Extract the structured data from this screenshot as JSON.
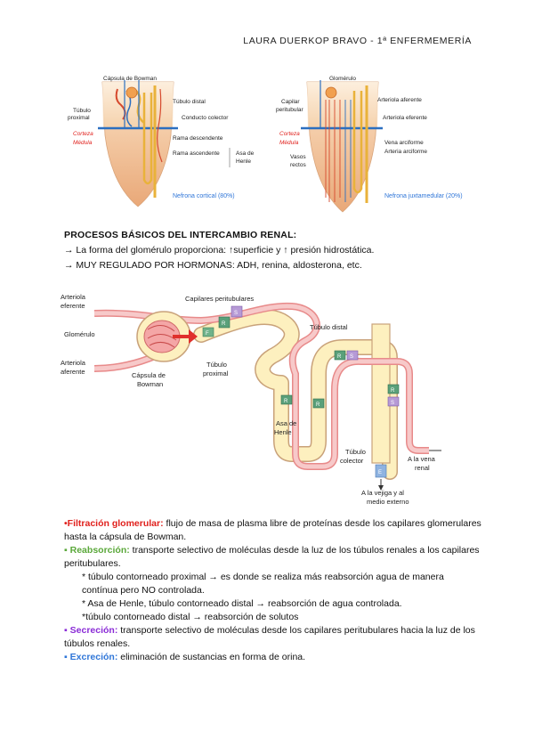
{
  "header": "LAURA DUERKOP BRAVO - 1ª ENFERMEMERÍA",
  "nephron_figure": {
    "cortical": {
      "capsula": "Cápsula de Bowman",
      "tubulo_distal": "Túbulo distal",
      "tubulo_proximal_1": "Túbulo",
      "tubulo_proximal_2": "proximal",
      "conducto": "Conducto colector",
      "corteza": "Corteza",
      "medula": "Médula",
      "rama_desc": "Rama descendente",
      "rama_asc": "Rama ascendente",
      "asa_1": "Asa de",
      "asa_2": "Henle",
      "caption": "Nefrona cortical (80%)"
    },
    "juxta": {
      "glomerulo": "Glomérulo",
      "capilar_1": "Capilar",
      "capilar_2": "peritubular",
      "arteriola_aferente": "Arteriola aferente",
      "arteriola_eferente": "Arteriola eferente",
      "corteza": "Corteza",
      "medula": "Médula",
      "vena": "Vena arciforme",
      "arteria": "Arteria arciforme",
      "vasos_1": "Vasos",
      "vasos_2": "rectos",
      "caption": "Nefrona juxtamedular (20%)"
    }
  },
  "section": {
    "heading": "PROCESOS BÁSICOS DEL INTERCAMBIO RENAL:",
    "line1": "→ La forma del glomérulo proporciona: ↑superficie  y ↑  presión hidrostática.",
    "line2": "→ MUY REGULADO POR HORMONAS: ADH, renina, aldosterona, etc."
  },
  "exchange_figure": {
    "arteriola_eferente_1": "Arteriola",
    "arteriola_eferente_2": "eferente",
    "glomerulo": "Glomérulo",
    "arteriola_aferente_1": "Arteriola",
    "arteriola_aferente_2": "aferente",
    "capsula_1": "Cápsula de",
    "capsula_2": "Bowman",
    "capilares": "Capilares peritubulares",
    "tubulo_proximal_1": "Túbulo",
    "tubulo_proximal_2": "proximal",
    "tubulo_distal": "Túbulo distal",
    "asa_1": "Asa de",
    "asa_2": "Henle",
    "colector_1": "Túbulo",
    "colector_2": "colector",
    "vena_1": "A la vena",
    "vena_2": "renal",
    "vejiga_1": "A la vejiga y al",
    "vejiga_2": "medio externo",
    "label_F": "F",
    "label_R": "R",
    "label_S": "S",
    "label_E": "E"
  },
  "processes": {
    "filtracion_label": "•Filtración glomerular:",
    "filtracion_text": " flujo de masa de plasma libre de proteínas desde los capilares glomerulares hasta la cápsula de Bowman.",
    "reabsorcion_label": "▪ Reabsorción:",
    "reabsorcion_text": " transporte selectivo de moléculas desde la luz de los túbulos renales a los capilares peritubulares.",
    "sub1": "* túbulo contorneado proximal → es donde se realiza más reabsorción agua de manera contínua pero NO controlada.",
    "sub2": "* Asa de Henle, túbulo contorneado distal → reabsorción de agua controlada.",
    "sub3": "*túbulo contorneado distal → reabsorción de solutos",
    "secrecion_label": "▪ Secreción:",
    "secrecion_text": " transporte selectivo de moléculas desde los capilares peritubulares hacia la luz de los túbulos renales.",
    "excrecion_label": "▪ Excreción:",
    "excrecion_text": " eliminación de sustancias en forma de orina."
  }
}
